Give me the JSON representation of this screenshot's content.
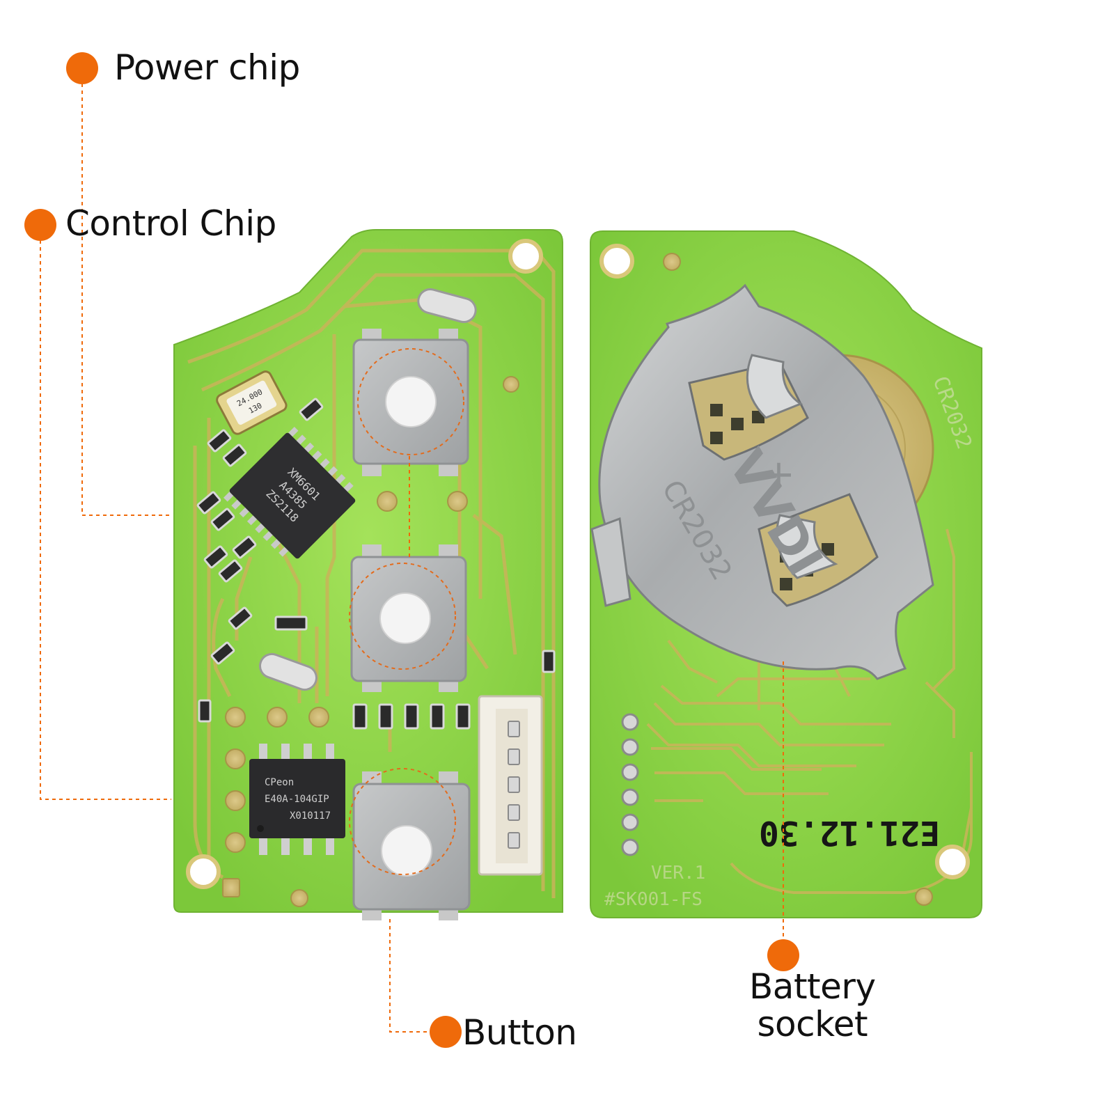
{
  "callouts": {
    "power_chip": "Power chip",
    "control_chip": "Control Chip",
    "button": "Button",
    "battery_socket_line1": "Battery",
    "battery_socket_line2": "socket"
  },
  "markings": {
    "ic_main": [
      "XM6601",
      "A4385",
      "ZS2118"
    ],
    "ic_eeprom": [
      "CPeon",
      "E40A-104GIP",
      "X010117"
    ],
    "crystal": [
      "24.000",
      "130"
    ],
    "battery_clip": [
      "VVDI",
      "CR2032"
    ],
    "battery_clip_plus": "+",
    "board_ref": "CR2032",
    "date_code": "E21.12.30",
    "version": "VER.1",
    "board_id": "#SK001-FS"
  },
  "colors": {
    "accent": "#ef6a0a",
    "pcb_green": "#8fd648",
    "trace_gold": "#c9b45a",
    "metal": "#b9bcbd"
  }
}
